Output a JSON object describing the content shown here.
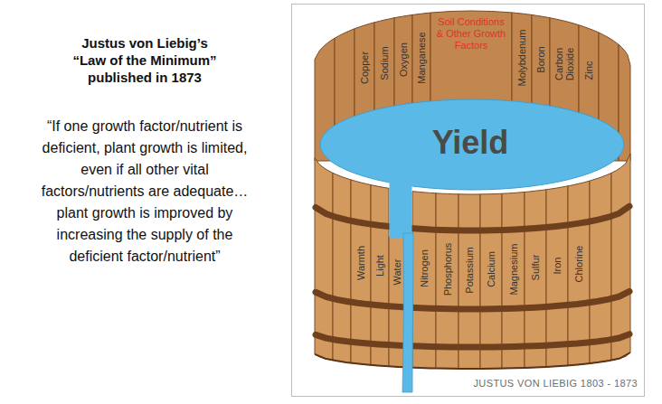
{
  "diagram": {
    "title": "Justus von Liebig’s “Law of the Minimum” published in 1873",
    "labels": [
      "“If one growth factor/nutrient is deficient, plant growth is limited, even if all other vital factors/nutrients are adequate…plant growth is improved by increasing the supply of the deficient factor/nutrient”",
      "Copper",
      "Sodium",
      "Oxygen",
      "Manganese",
      "Soil Conditions & Other Growth Factors",
      "Molybdenum",
      "Boron",
      "Carbon Dioxide",
      "Zinc",
      "Yield",
      "Warmth",
      "Light",
      "Water",
      "Nitrogen",
      "Phosphorus",
      "Potassium",
      "Calcium",
      "Magnesium",
      "Sulfur",
      "Iron",
      "Chlorine",
      "JUSTUS VON LIEBIG 1803 - 1873"
    ]
  }
}
